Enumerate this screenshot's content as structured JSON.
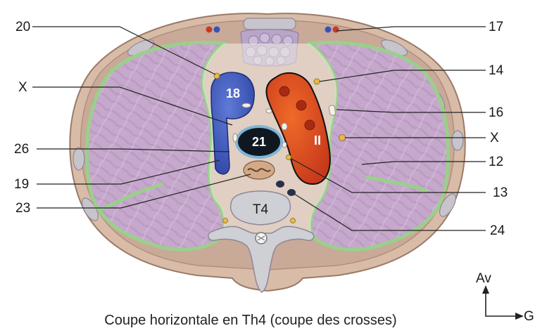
{
  "caption": "Coupe horizontale en Th4 (coupe des crosses)",
  "compass": {
    "anterior": "Av",
    "left": "G"
  },
  "inner_labels": {
    "v18": "18",
    "v21": "21",
    "vII": "II",
    "vertebra": "T4"
  },
  "labels_left": {
    "l20": "20",
    "lX1": "X",
    "l26": "26",
    "l19": "19",
    "l23": "23"
  },
  "labels_right": {
    "l17": "17",
    "l14": "14",
    "l16": "16",
    "lX2": "X",
    "l12": "12",
    "l13": "13",
    "l24": "24"
  },
  "colors": {
    "lung": "#c8a9cf",
    "pleura": "#a9d39a",
    "chest_wall": "#d6b7a4",
    "svc": "#4a63c4",
    "aorta": "#d8461c",
    "trachea": "#101820",
    "esophagus": "#cfa585",
    "thymus": "#b3a1c6",
    "bone": "#cfcfd4"
  }
}
